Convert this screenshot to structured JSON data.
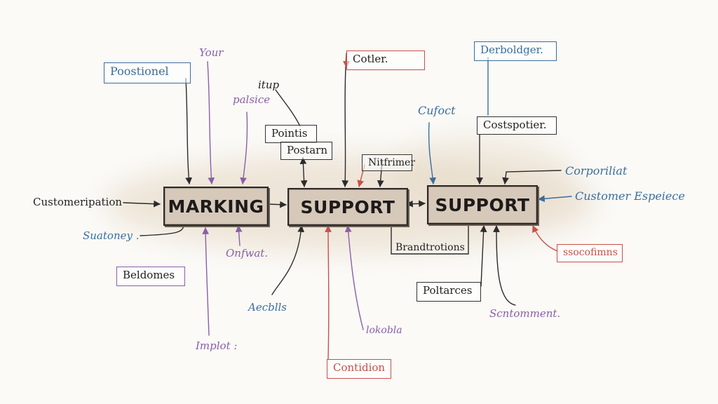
{
  "nodes": {
    "marking": "MARKING",
    "support_center": "SUPPORT",
    "support_right": "SUPPORT"
  },
  "labels": {
    "positionel": "Poostionel",
    "your": "Your",
    "itup": "itup",
    "palsice": "palsice",
    "points": "Pointis",
    "postarn": "Postarn",
    "cotler": "Cotler.",
    "cufoct": "Cufoct",
    "derboldger": "Derboldger.",
    "costspotier": "Costspotier.",
    "nitfrimer": "Nitfrimer",
    "corporiliat": "Corporiliat",
    "customer_experience": "Customer Espeiece",
    "customeripation": "Customeripation",
    "suatoney": "Suatoney .",
    "onfwat": "Onfwat.",
    "beldomes": "Beldomes",
    "aecblls": "Aecblls",
    "implot": "Implot :",
    "lokobla": "lokobla",
    "contidion": "Contidion",
    "brandtrotions": "Brandtrotions",
    "poltarces": "Poltarces",
    "scontomment": "Scntomment.",
    "ssocofimns": "ssocofimns"
  },
  "colors": {
    "ink": "#2b2b2b",
    "blue": "#3a6e9e",
    "purple": "#8a5fa8",
    "red": "#c8504a",
    "node_fill": "#d7c9ba"
  }
}
